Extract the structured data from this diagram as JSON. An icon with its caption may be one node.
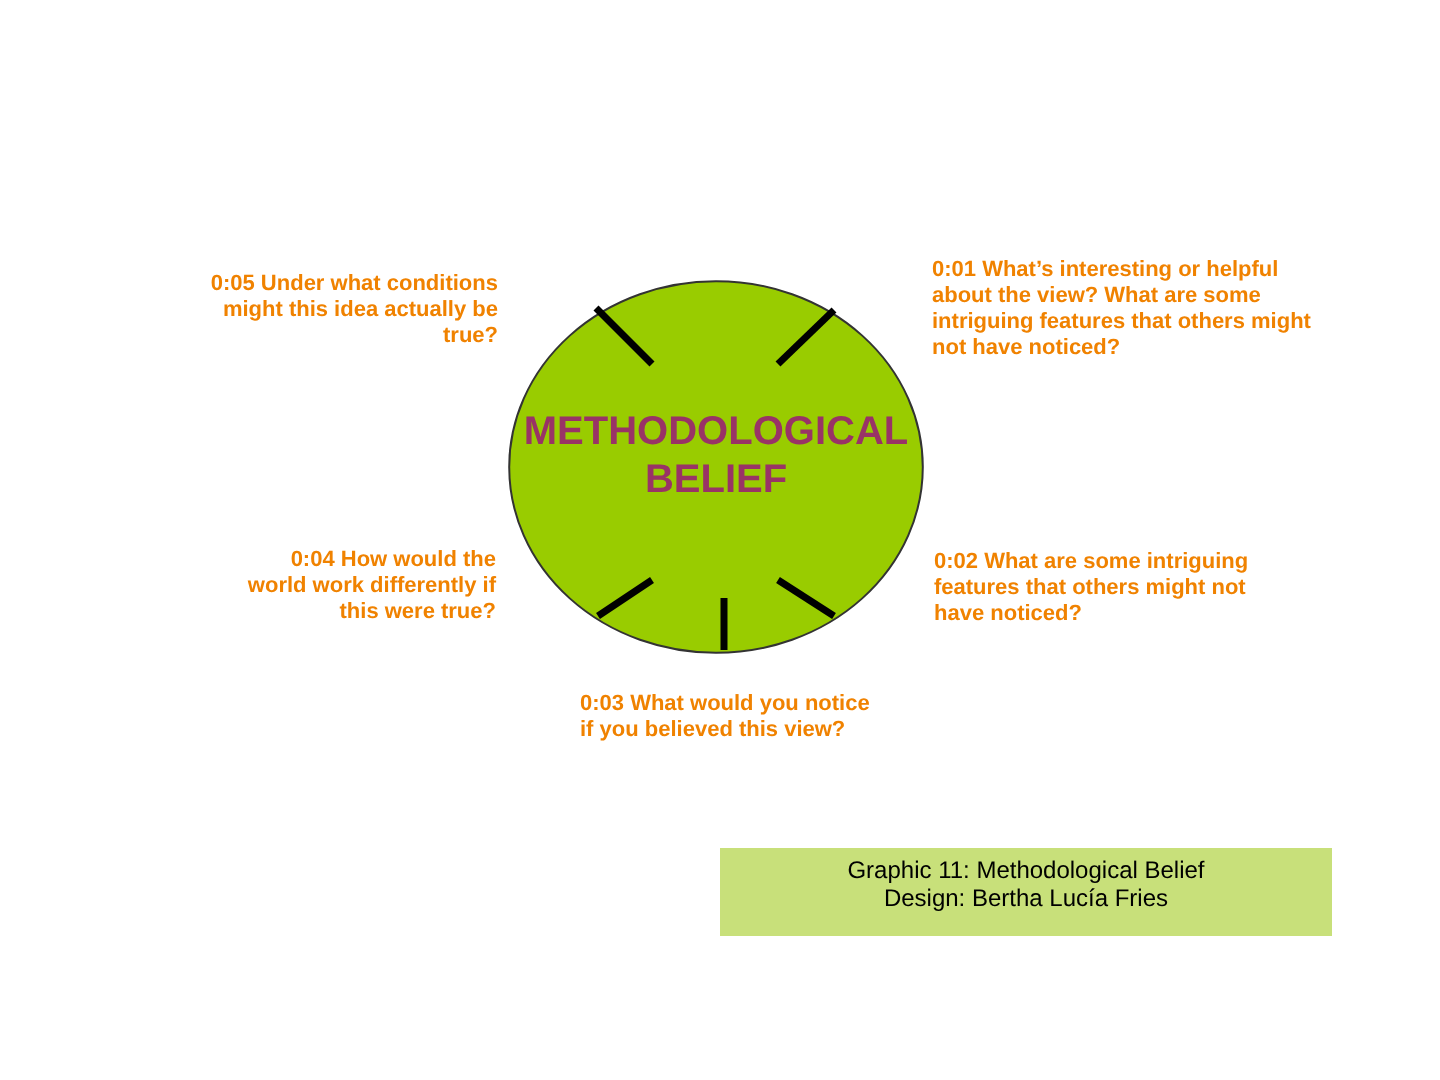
{
  "diagram": {
    "nodes": [
      {
        "text": [
          "METHODOLOGICAL BELIEF"
        ],
        "beside": [
          "0:01 What’s interesting or helpful about the view? What are some intriguing features that others might not have noticed?",
          "0:02 What are some intriguing features that others might not have noticed?",
          "0:03 What would you notice if you believed this view?",
          "0:04 How would the world work differently if this were true?",
          "0:05 Under what conditions might this idea actually be true?"
        ]
      },
      {
        "text": [
          "Graphic 11: Methodological Belief",
          "Design: Bertha Lucía Fries"
        ]
      }
    ]
  }
}
